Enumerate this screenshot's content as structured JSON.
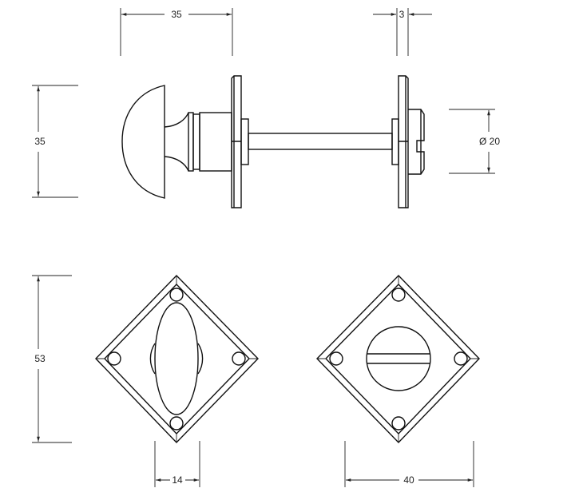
{
  "dimensions": {
    "side_length": "35",
    "rose_thickness": "3",
    "knob_height": "35",
    "screw_diameter": "Ø 20",
    "rose_height": "53",
    "knob_width": "14",
    "rose_width": "40"
  }
}
